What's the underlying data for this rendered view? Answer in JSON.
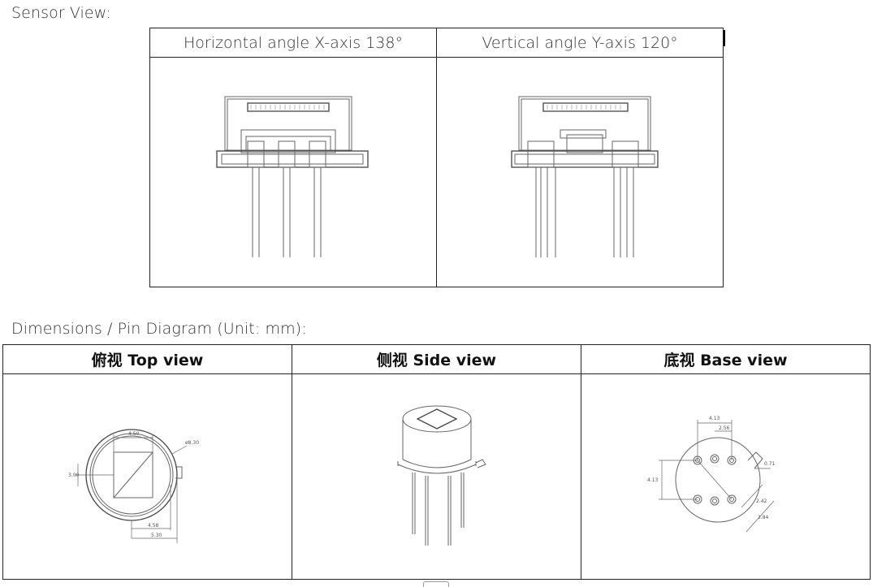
{
  "sensor_view": {
    "label": "Sensor View:",
    "headers": [
      "Horizontal angle X-axis 138°",
      "Vertical angle Y-axis 120°"
    ]
  },
  "dimensions": {
    "label": "Dimensions / Pin Diagram (Unit: mm):",
    "headers": [
      "俯视  Top view",
      "侧视 Side view",
      "底视 Base view"
    ],
    "top_view_labels": {
      "d_450": "4.50",
      "d_phi830": "ø8.30",
      "d_300": "3.00",
      "d_458": "4.58",
      "d_530": "5.30"
    },
    "base_view_labels": {
      "d_413_top": "4.13",
      "d_256": "2.56",
      "d_071": "0.71",
      "d_413_left": "4.13",
      "d_242": "2.42",
      "d_384": "3.84"
    }
  }
}
